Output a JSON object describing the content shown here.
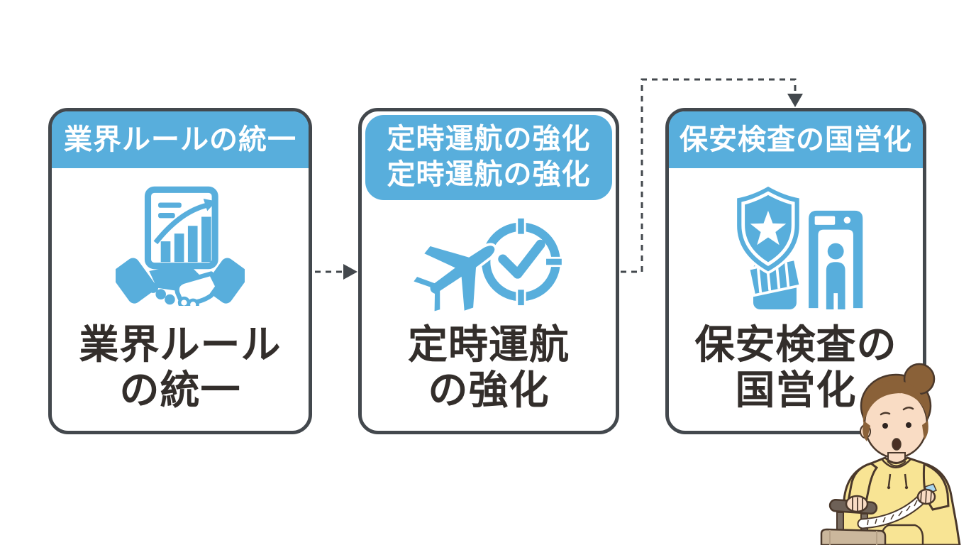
{
  "cards": [
    {
      "header_lines": [
        "業界ルールの統一"
      ],
      "body_lines": [
        "業界ルール",
        "の統一"
      ],
      "icon": "handshake-growth-chart-icon"
    },
    {
      "header_lines": [
        "定時運航の強化",
        "定時運航の強化"
      ],
      "body_lines": [
        "定時運航",
        "の強化"
      ],
      "icon": "airplane-clock-icon"
    },
    {
      "header_lines": [
        "保安検査の国営化"
      ],
      "body_lines": [
        "保安検査の",
        "国営化"
      ],
      "icon": "shield-security-scanner-icon"
    }
  ],
  "connectors": [
    {
      "from": "card-1",
      "to": "card-2",
      "style": "dashed-arrow",
      "route": "straight-horizontal"
    },
    {
      "from": "card-2",
      "to": "card-3",
      "style": "dashed-arrow",
      "route": "up-over-top-into-card"
    }
  ],
  "colors": {
    "accent_blue": "#58AEDC",
    "card_border": "#43484D",
    "header_text": "#FFFFFF",
    "body_text": "#332E2B",
    "arrow": "#43484D",
    "background": "#FFFFFF"
  },
  "character": {
    "description": "surprised woman with hair bun wearing a yellow hoodie, holding a measuring tape and a suitcase handle",
    "hair_color": "#8A6138",
    "skin_color": "#F9DCC4",
    "hoodie_color": "#F8E494",
    "bag_color": "#CBB79C"
  }
}
